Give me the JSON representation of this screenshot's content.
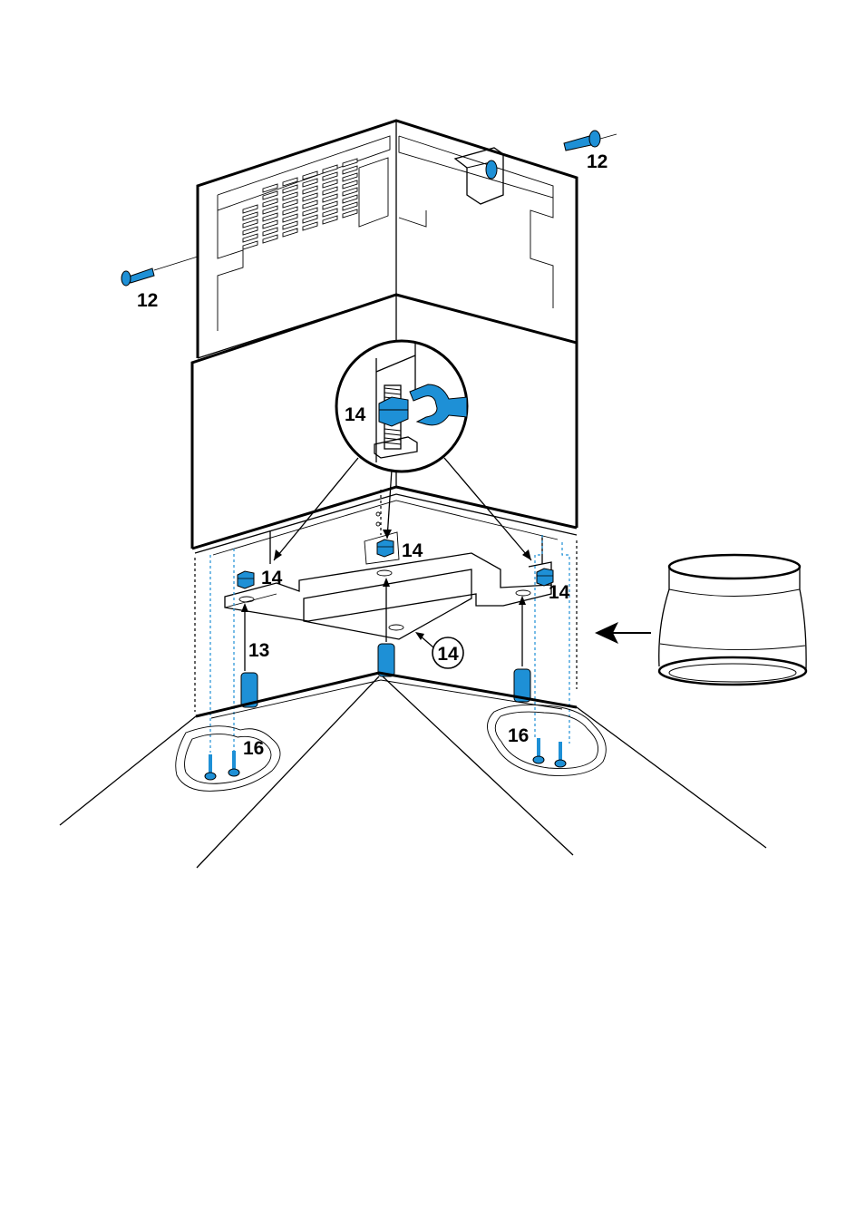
{
  "callouts": {
    "screw_right": "12",
    "screw_left": "12",
    "detail_nut": "14",
    "nut_center": "14",
    "nut_left": "14",
    "nut_right": "14",
    "circled_14": "14",
    "stud": "13",
    "screws_left": "16",
    "screws_right": "16"
  },
  "colors": {
    "accent": "#1e90d6",
    "line": "#000000",
    "background": "#ffffff"
  },
  "icons": {
    "screw": "screw-icon",
    "wrench": "wrench-icon",
    "nut": "nut-icon",
    "arrow": "arrow-icon"
  }
}
